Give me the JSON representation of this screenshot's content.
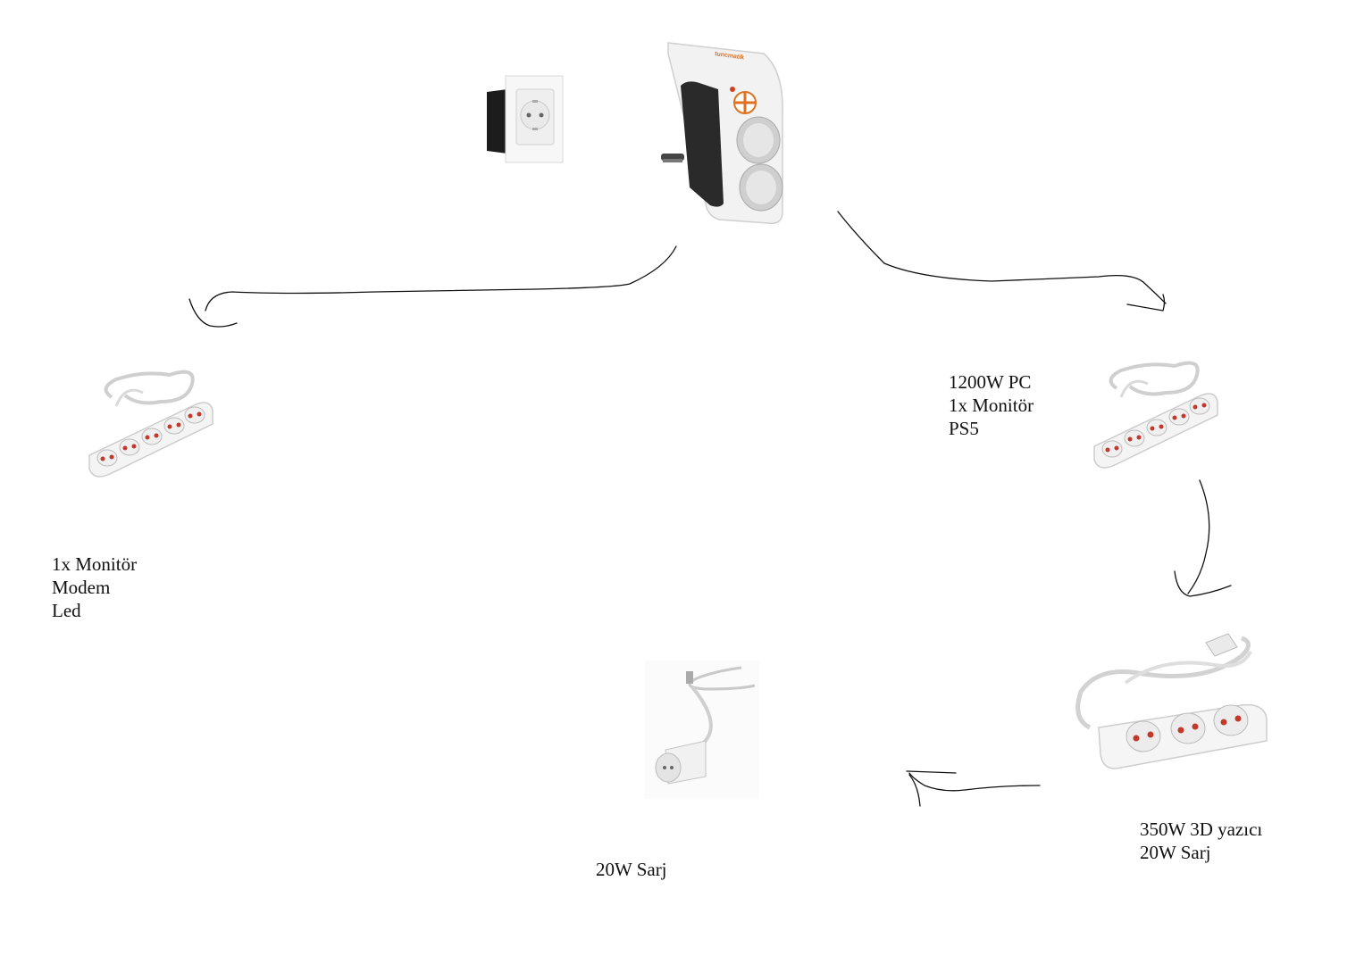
{
  "devices": {
    "wall_socket": {
      "icon": "wall-socket-icon"
    },
    "adapter": {
      "icon": "triple-adapter-icon",
      "accent": "#e07020",
      "logo_text": "tuncmatik"
    },
    "strip_left": {
      "icon": "power-strip-5-icon"
    },
    "strip_right_top": {
      "icon": "power-strip-5-icon"
    },
    "strip_right_bottom": {
      "icon": "power-strip-3-icon"
    },
    "extension": {
      "icon": "extension-cord-icon"
    }
  },
  "labels": {
    "left": {
      "line1": "1x Monitör",
      "line2": "Modem",
      "line3": "Led"
    },
    "right_top": {
      "line1": "1200W PC",
      "line2": "1x Monitör",
      "line3": "PS5"
    },
    "right_bottom": {
      "line1": "350W 3D yazıcı",
      "line2": "20W Sarj"
    },
    "bottom": {
      "line1": "20W Sarj"
    }
  },
  "colors": {
    "socket_red": "#c0392b",
    "line": "#111111"
  }
}
